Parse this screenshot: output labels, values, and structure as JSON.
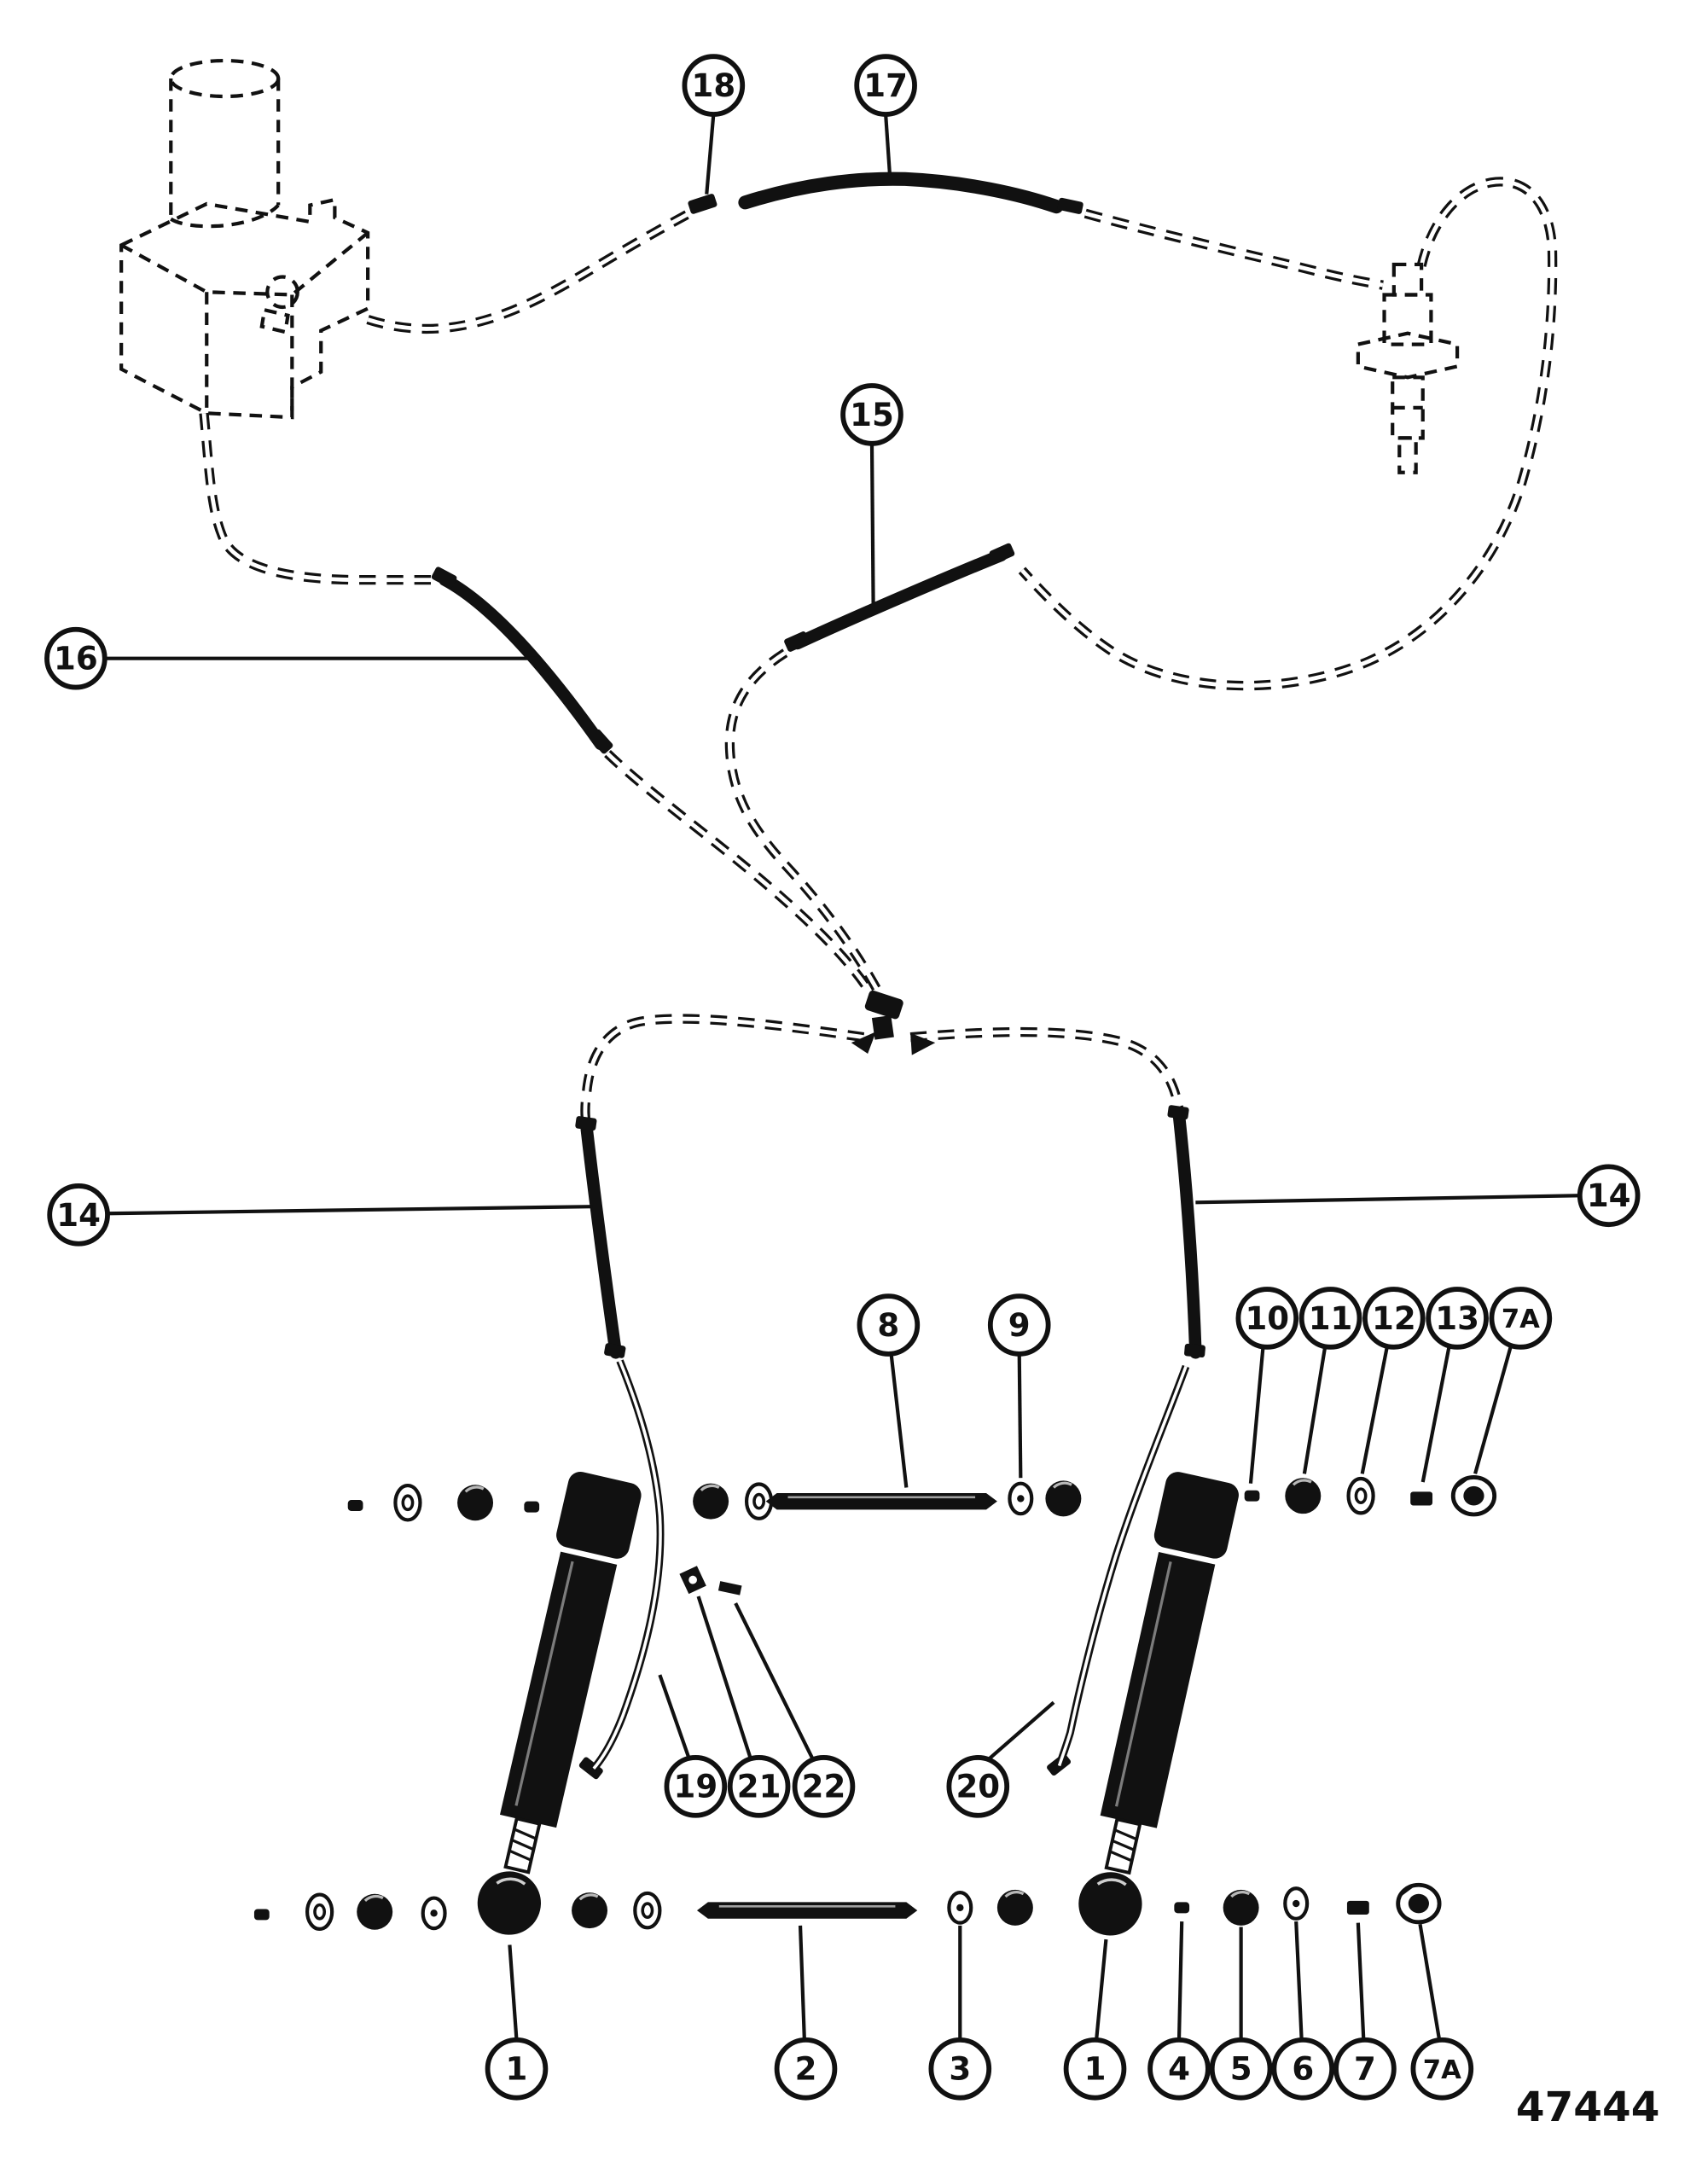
{
  "diagram": {
    "drawing_number": "47444",
    "ink_color": "#111111",
    "background_color": "#ffffff",
    "callouts": {
      "c18": "18",
      "c17": "17",
      "c15": "15",
      "c16": "16",
      "c14L": "14",
      "c14R": "14",
      "c8": "8",
      "c9": "9",
      "c10": "10",
      "c11": "11",
      "c12": "12",
      "c13": "13",
      "c7A_top": "7A",
      "c19": "19",
      "c21": "21",
      "c22": "22",
      "c20": "20",
      "c1L": "1",
      "c2": "2",
      "c3": "3",
      "c1R": "1",
      "c4": "4",
      "c5": "5",
      "c6": "6",
      "c7": "7",
      "c7A_bottom": "7A"
    }
  }
}
